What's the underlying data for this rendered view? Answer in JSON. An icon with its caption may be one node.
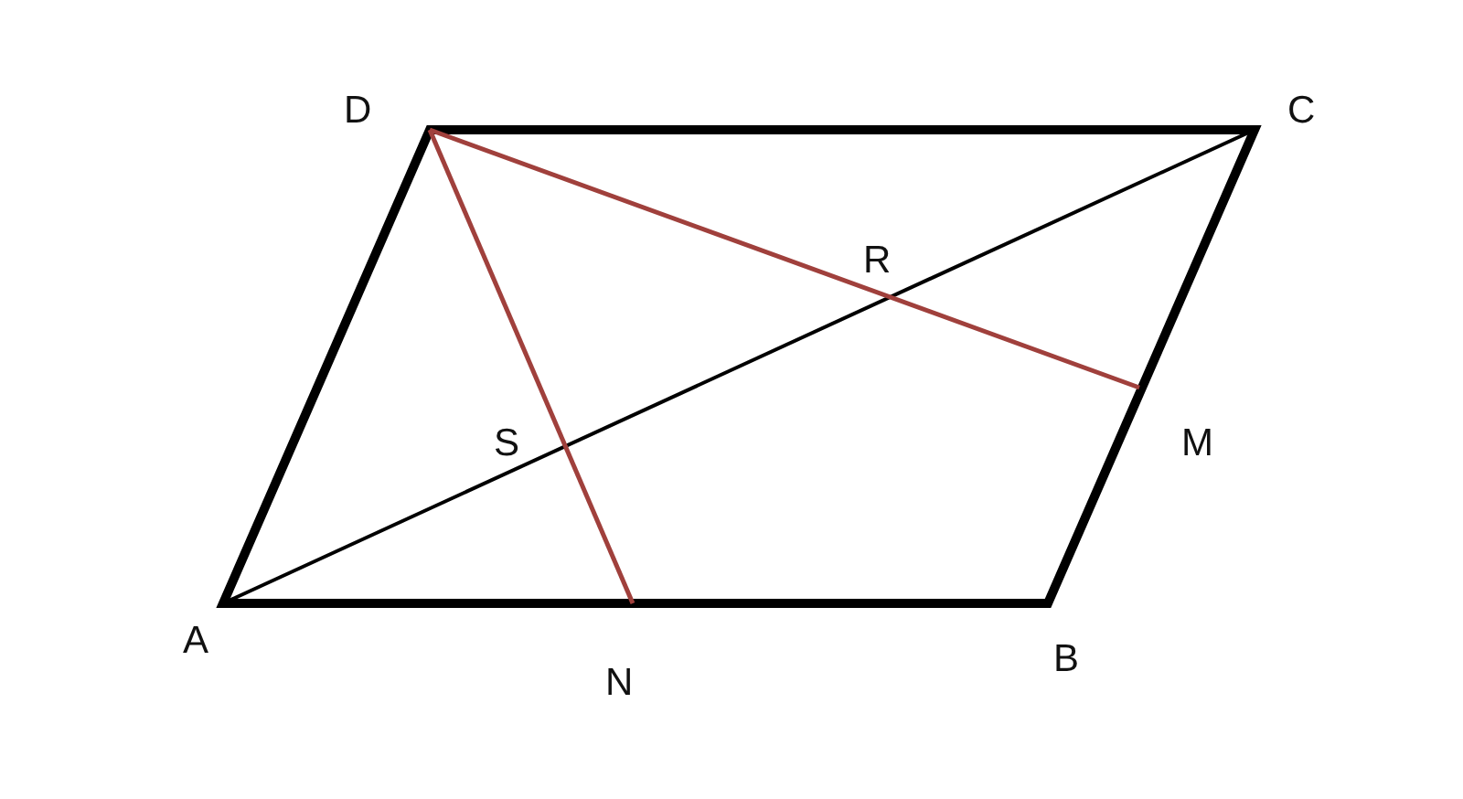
{
  "diagram": {
    "labels": [
      "D",
      "C",
      "R",
      "S",
      "M",
      "A",
      "N",
      "B"
    ]
  }
}
